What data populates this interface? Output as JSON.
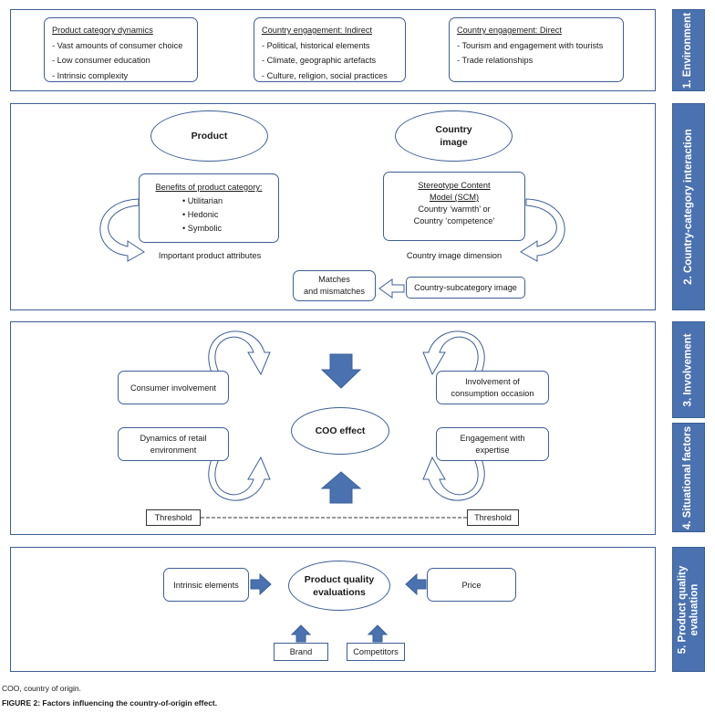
{
  "sections": {
    "environment": "1. Environment",
    "interaction": "2. Country-category interaction",
    "involvement": "3. Involvement",
    "situational": "4. Situational factors",
    "quality": [
      "5. Product quality",
      "evaluation"
    ]
  },
  "environment": {
    "product_dynamics": {
      "title": "Product category dynamics",
      "items": [
        "- Vast amounts of consumer choice",
        "- Low consumer education",
        "- Intrinsic complexity"
      ]
    },
    "indirect": {
      "title": "Country engagement: Indirect",
      "items": [
        "- Political, historical elements",
        "- Climate, geographic artefacts",
        "- Culture, religion, social practices"
      ]
    },
    "direct": {
      "title": "Country engagement: Direct",
      "items": [
        "- Tourism and engagement with tourists",
        "- Trade relationships"
      ]
    }
  },
  "interaction": {
    "product": "Product",
    "country_image": [
      "Country",
      "image"
    ],
    "benefits_title": "Benefits of product category:",
    "benefits": [
      "• Utilitarian",
      "• Hedonic",
      "• Symbolic"
    ],
    "scm": [
      "Stereotype Content",
      "Model (SCM)",
      "Country ‘warmth’ or",
      "Country ‘competence’"
    ],
    "product_attributes": "Important product attributes",
    "image_dimension": "Country image dimension",
    "matches": [
      "Matches",
      "and mismatches"
    ],
    "subcategory": "Country-subcategory image"
  },
  "involvement": {
    "consumer_involvement": "Consumer involvement",
    "occasion": [
      "Involvement of",
      "consumption occasion"
    ],
    "coo_effect": "COO effect",
    "retail": [
      "Dynamics of retail",
      "environment"
    ],
    "expertise": [
      "Engagement with",
      "expertise"
    ],
    "threshold_left": "Threshold",
    "threshold_right": "Threshold"
  },
  "quality": {
    "evaluations": [
      "Product quality",
      "evaluations"
    ],
    "intrinsic": "Intrinsic elements",
    "price": "Price",
    "brand": "Brand",
    "competitors": "Competitors"
  },
  "footnote": "COO, country of origin.",
  "caption": "FIGURE 2: Factors influencing the country-of-origin effect.",
  "colors": {
    "frame": "#3e5f95",
    "sidebar": "#4a72b0",
    "arrow": "#4a72b0"
  }
}
